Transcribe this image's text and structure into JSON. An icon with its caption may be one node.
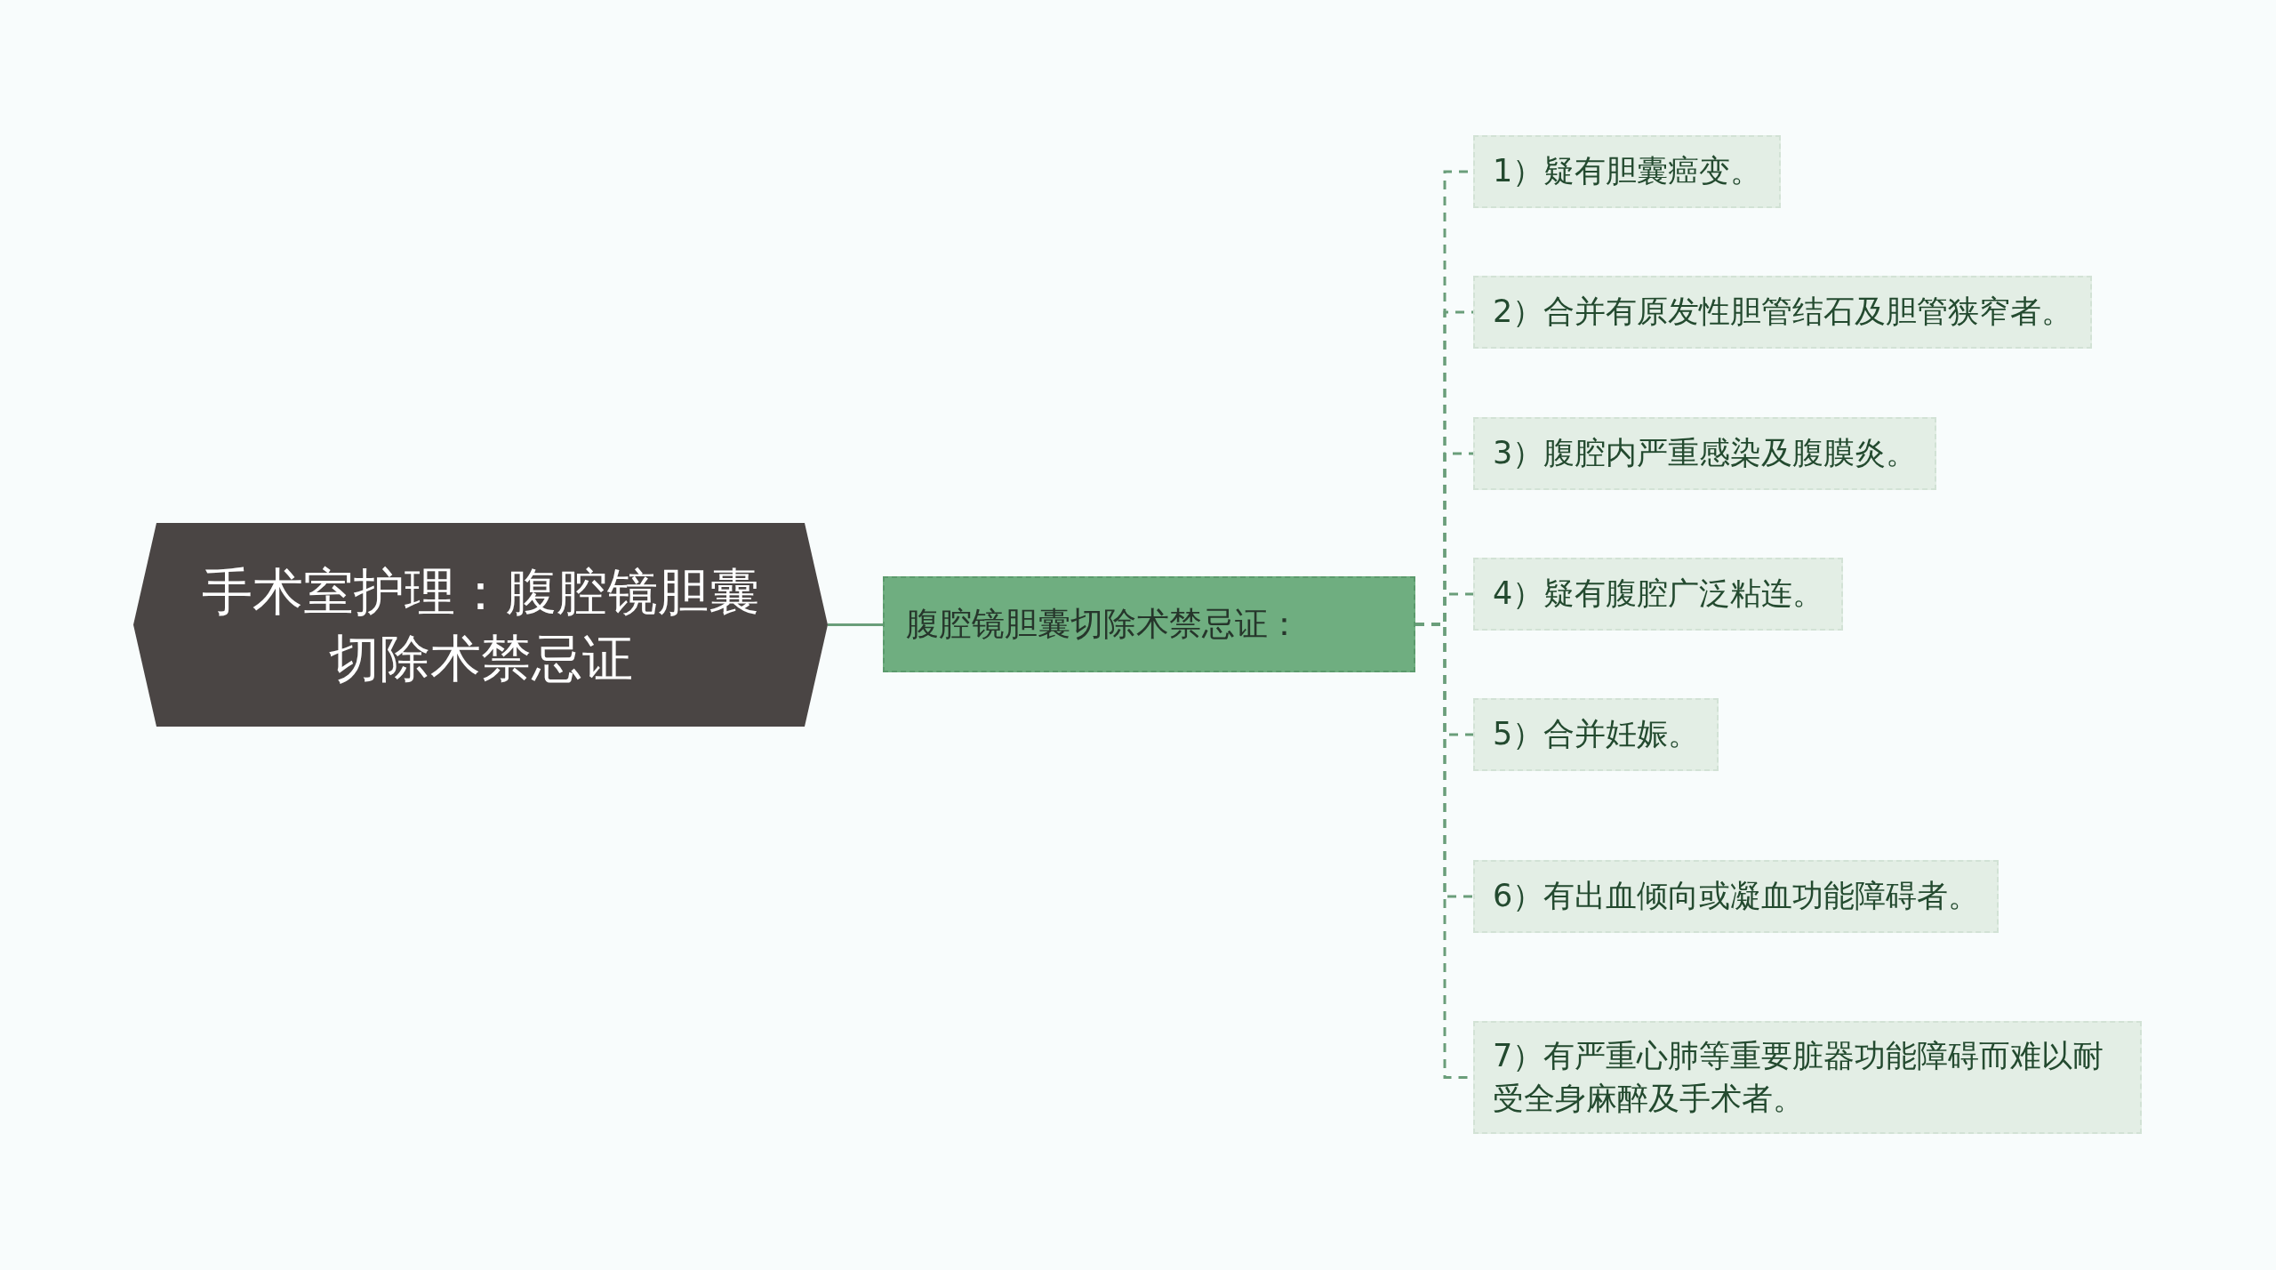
{
  "diagram": {
    "nodes": [
      {
        "text": [
          "手术室护理：腹腔镜胆囊切除术禁忌证"
        ]
      },
      {
        "text": [
          "腹腔镜胆囊切除术禁忌证："
        ]
      },
      {
        "text": [
          "1）疑有胆囊癌变。"
        ]
      },
      {
        "text": [
          "2）合并有原发性胆管结石及胆管狭窄者。"
        ]
      },
      {
        "text": [
          "3）腹腔内严重感染及腹膜炎。"
        ]
      },
      {
        "text": [
          "4）疑有腹腔广泛粘连。"
        ]
      },
      {
        "text": [
          "5）合并妊娠。"
        ]
      },
      {
        "text": [
          "6）有出血倾向或凝血功能障碍者。"
        ]
      },
      {
        "text": [
          "7）有严重心肺等重要脏器功能障碍而难以耐受全身麻醉及手术者。"
        ]
      }
    ],
    "edges": [
      {
        "from": 0,
        "to": 1,
        "arrow": "none"
      },
      {
        "from": 1,
        "to": 2,
        "arrow": "none",
        "style": "dashed"
      },
      {
        "from": 1,
        "to": 3,
        "arrow": "none",
        "style": "dashed"
      },
      {
        "from": 1,
        "to": 4,
        "arrow": "none",
        "style": "dashed"
      },
      {
        "from": 1,
        "to": 5,
        "arrow": "none",
        "style": "dashed"
      },
      {
        "from": 1,
        "to": 6,
        "arrow": "none",
        "style": "dashed"
      },
      {
        "from": 1,
        "to": 7,
        "arrow": "none",
        "style": "dashed"
      },
      {
        "from": 1,
        "to": 8,
        "arrow": "none",
        "style": "dashed"
      }
    ]
  }
}
